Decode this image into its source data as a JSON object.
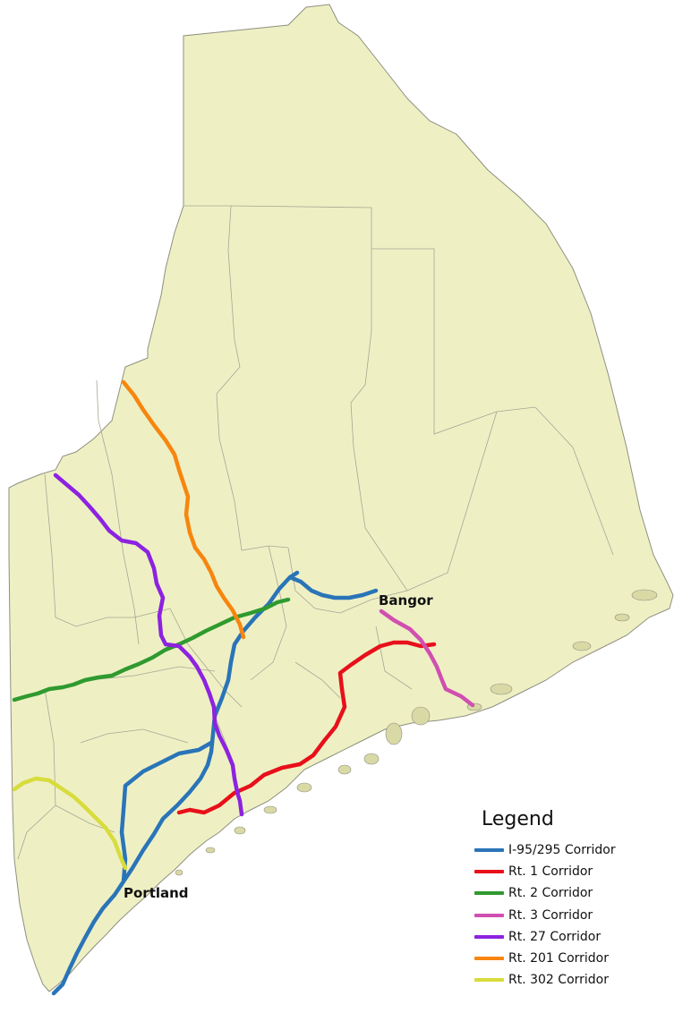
{
  "map": {
    "cities": [
      {
        "name": "Bangor"
      },
      {
        "name": "Portland"
      }
    ],
    "routes": [
      {
        "id": "i95",
        "color": "#2a74b8"
      },
      {
        "id": "rt1",
        "color": "#e8101a"
      },
      {
        "id": "rt2",
        "color": "#2f9a2f"
      },
      {
        "id": "rt3",
        "color": "#d04fb0"
      },
      {
        "id": "rt27",
        "color": "#8d22e0"
      },
      {
        "id": "rt201",
        "color": "#f7860f"
      },
      {
        "id": "rt302",
        "color": "#d8dc3c"
      }
    ]
  },
  "legend": {
    "title": "Legend",
    "items": [
      {
        "label": "I-95/295 Corridor",
        "color": "#2a74b8"
      },
      {
        "label": "Rt. 1 Corridor",
        "color": "#e8101a"
      },
      {
        "label": "Rt. 2 Corridor",
        "color": "#2f9a2f"
      },
      {
        "label": "Rt. 3 Corridor",
        "color": "#d04fb0"
      },
      {
        "label": "Rt. 27 Corridor",
        "color": "#8d22e0"
      },
      {
        "label": "Rt. 201 Corridor",
        "color": "#f7860f"
      },
      {
        "label": "Rt. 302 Corridor",
        "color": "#d8dc3c"
      }
    ]
  }
}
